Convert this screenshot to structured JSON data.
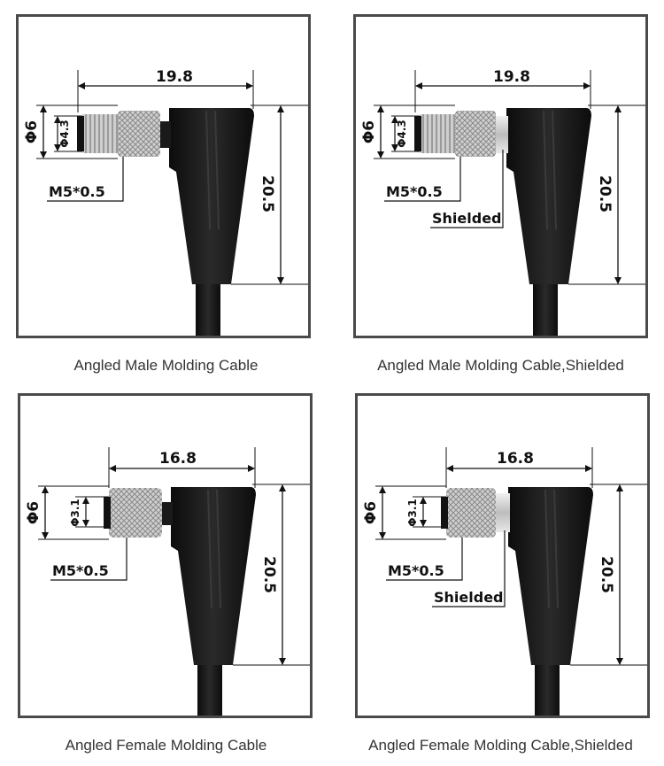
{
  "colors": {
    "border": "#4a4a4a",
    "body": "#141414",
    "metal": "#c8c8c8",
    "line": "#111111"
  },
  "panels": [
    {
      "caption": "Angled Male Molding Cable",
      "width_dim": "19.8",
      "height_dim": "20.5",
      "outer_dia": "Φ6",
      "inner_dia": "Φ4.3",
      "thread": "M5*0.5",
      "shield_label": ""
    },
    {
      "caption": "Angled Male Molding Cable,Shielded",
      "width_dim": "19.8",
      "height_dim": "20.5",
      "outer_dia": "Φ6",
      "inner_dia": "Φ4.3",
      "thread": "M5*0.5",
      "shield_label": "Shielded"
    },
    {
      "caption": "Angled Female Molding Cable",
      "width_dim": "16.8",
      "height_dim": "20.5",
      "outer_dia": "Φ6",
      "inner_dia": "Φ3.1",
      "thread": "M5*0.5",
      "shield_label": ""
    },
    {
      "caption": "Angled Female Molding Cable,Shielded",
      "width_dim": "16.8",
      "height_dim": "20.5",
      "outer_dia": "Φ6",
      "inner_dia": "Φ3.1",
      "thread": "M5*0.5",
      "shield_label": "Shielded"
    }
  ]
}
